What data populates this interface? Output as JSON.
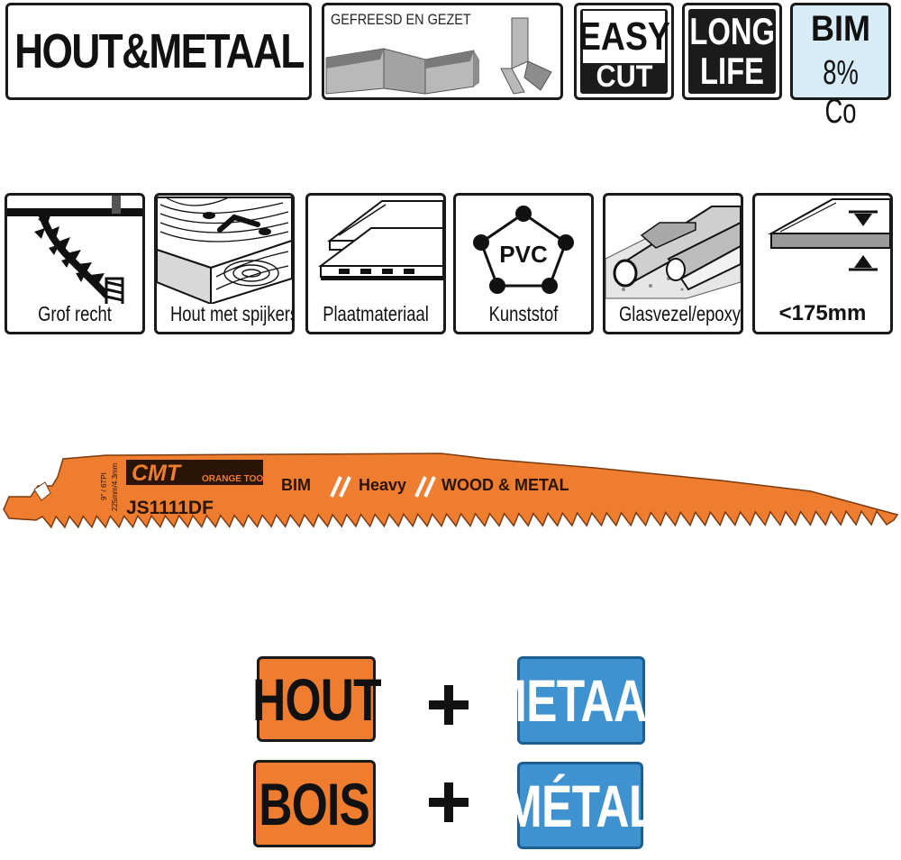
{
  "top_row": {
    "title": "HOUT&METAAL",
    "gefreesd": "GEFREESD EN GEZET",
    "easy_cut": {
      "line1": "EASY",
      "line2": "CUT"
    },
    "long_life": {
      "line1": "LONG",
      "line2": "LIFE"
    },
    "bim": {
      "line1": "BIM",
      "line2": "8% Co"
    }
  },
  "applications": [
    {
      "label": "Grof recht",
      "icon": "rough-cut-icon"
    },
    {
      "label": "Hout met spijkers",
      "icon": "wood-with-nails-icon"
    },
    {
      "label": "Plaatmateriaal",
      "icon": "board-material-icon"
    },
    {
      "label": "Kunststof",
      "icon": "pvc-icon",
      "icon_text": "PVC"
    },
    {
      "label": "Glasvezel/epoxy",
      "icon": "fiberglass-epoxy-icon"
    },
    {
      "label": "<175mm",
      "icon": "thickness-icon"
    }
  ],
  "blade": {
    "brand": "CMT",
    "brand_sub": "ORANGE TOOLS",
    "code": "JS1111DF",
    "spec1": "9\" / 6TPI",
    "spec2": "225mm/4.3mm",
    "text_bim": "BIM",
    "text_heavy": "Heavy",
    "text_material": "WOOD & METAL",
    "color": "#ee7d2f"
  },
  "materials": {
    "row1": {
      "left": "HOUT",
      "right": "METAAL"
    },
    "row2": {
      "left": "BOIS",
      "right": "MÉTAL"
    },
    "left_color": "#ee7d2f",
    "right_color": "#3e92d0"
  }
}
